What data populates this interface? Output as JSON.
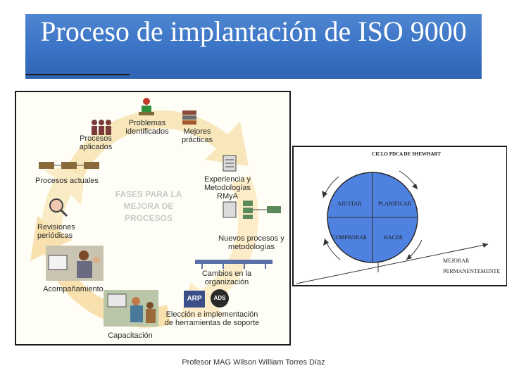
{
  "slide": {
    "title": "Proceso de implantación de ISO 9000",
    "footer": "Profesor MAG Wilson William Torres Díaz"
  },
  "cycle_diagram": {
    "center_text": "FASES PARA LA MEJORA DE PROCESOS",
    "steps": {
      "problemas": "Problemas identificados",
      "mejores": "Mejores prácticas",
      "procesos_aplicados": "Procesos aplicados",
      "procesos_actuales": "Procesos actuales",
      "experiencia": "Experiencia y Metodologías RMyA",
      "revisiones": "Revisiones periódicas",
      "nuevos": "Nuevos procesos y metodologías",
      "cambios": "Cambios en la organización",
      "acompanamiento": "Acompañamiento",
      "eleccion": "Elección e implementación de herramientas de soporte",
      "capacitacion": "Capacitación"
    },
    "logos": {
      "arp": "ARP",
      "ads": "ADS"
    }
  },
  "pdca": {
    "title": "CICLO PDCA DE SHEWHART",
    "quadrants": {
      "ajustar": "AJUSTAR",
      "planificar": "PLANIFICAR",
      "comprobar": "COMPROBAR",
      "hacer": "HACER"
    },
    "improve_line1": "MEJORAR",
    "improve_line2": "PERMANENTEMENTE"
  },
  "colors": {
    "title_bar": "#3a73c6",
    "cycle_arrow": "#f6dfa8",
    "pdca_circle": "#4f82e0"
  }
}
